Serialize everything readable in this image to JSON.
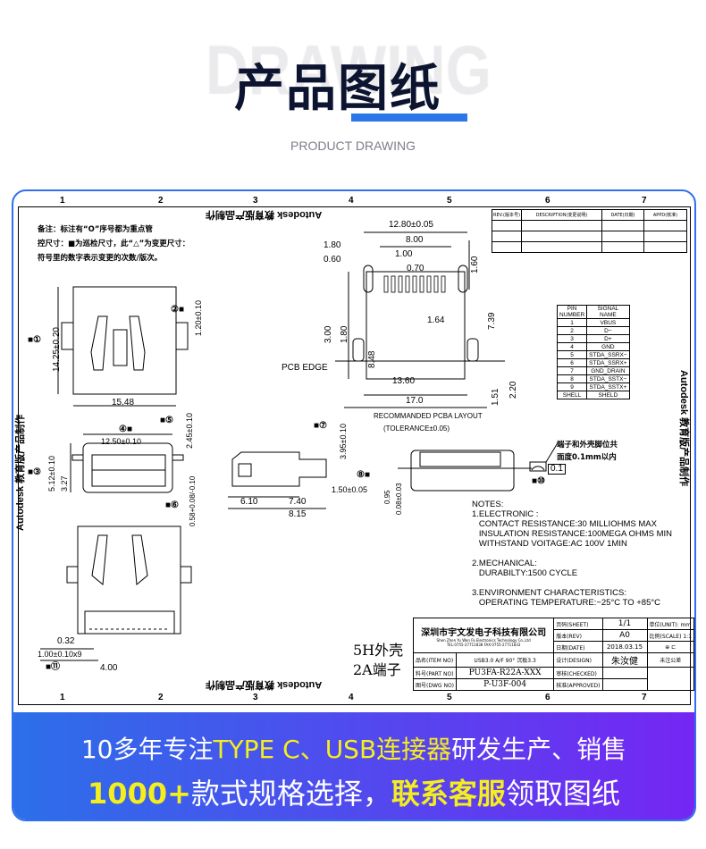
{
  "header": {
    "bg_word": "DRAWING",
    "title": "产品图纸",
    "subtitle": "PRODUCT DRAWING"
  },
  "drawing": {
    "watermark": "Autodesk 教育版产品制作",
    "columns": [
      "1",
      "2",
      "3",
      "4",
      "5",
      "6",
      "7"
    ],
    "remarks": [
      "备注：标注有“O”序号都为重点管",
      "控尺寸：■为巡检尺寸，此“△”为变更尺寸：",
      "符号里的数字表示变更的次数/版次。"
    ],
    "revision_headers": [
      "REV.(版本号)",
      "DESCRIPTION(变更说明)",
      "DATE(日期)",
      "APPD(核准)"
    ],
    "dims": [
      "12.80±0.05",
      "8.00",
      "1.80",
      "0.60",
      "1.00",
      "0.70",
      "1.60",
      "3.00",
      "1.80",
      "1.64",
      "7.39",
      "8.48",
      "PCB EDGE",
      "13.60",
      "17.0",
      "1.51",
      "2.20",
      "RECOMMANDED PCBA LAYOUT",
      "(TOLERANCE±0.05)",
      "■①",
      "14.25±0.20",
      "②■",
      "1.20±0.10",
      "15.48",
      "④■",
      "12.50±0.10",
      "■⑤",
      "2.45±0.10",
      "■③",
      "5.12±0.10",
      "3.27",
      "■⑥",
      "0.58+0.08/-0.10",
      "■⑦",
      "3.95±0.10",
      "⑧■",
      "1.50±0.05",
      "0.08±0.03",
      "0.95",
      "6.10",
      "7.40",
      "8.15",
      "0.32",
      "1.00±0.10x9",
      "■⑪",
      "4.00",
      "5H外壳",
      "2A端子",
      "端子和外壳脚位共",
      "面度0.1mm以内",
      "0.1",
      "■⑩"
    ],
    "pin_table": {
      "headers": [
        "PIN NUMBER",
        "SIGNAL NAME"
      ],
      "rows": [
        [
          "1",
          "VBUS"
        ],
        [
          "2",
          "D−"
        ],
        [
          "3",
          "D+"
        ],
        [
          "4",
          "GND"
        ],
        [
          "5",
          "STDA_SSRX−"
        ],
        [
          "6",
          "STDA_SSRX+"
        ],
        [
          "7",
          "GND_DRAIN"
        ],
        [
          "8",
          "STDA_SSTX−"
        ],
        [
          "9",
          "STDA_SSTX+"
        ],
        [
          "SHELL",
          "SHELD"
        ]
      ]
    },
    "notes": "NOTES:\n1.ELECTRONIC :\n   CONTACT RESISTANCE:30 MILLIOHMS MAX\n   INSULATION RESISTANCE:100MEGA OHMS MIN\n   WITHSTAND VOITAGE:AC 100V 1MIN\n\n2.MECHANICAL:\n   DURABILTY:1500 CYCLE\n\n3.ENVIRONMENT CHARACTERISTICS:\n   OPERATING TEMPERATURE:−25°C TO +85°C",
    "title_block": {
      "company": "深圳市宇文发电子科技有限公司",
      "company_en": "Shen Zhen Yu Wen Fa Electronics Technology Co.,Ltd",
      "tel": "TEL:0755-27711838  FAX:0755-27711833",
      "item_label": "品名(ITEM NO)",
      "item": "USB3.0 A/F 90° 沉板3.3",
      "part_label": "料号(PART NO)",
      "part": "PU3FA-R22A-XXX",
      "dwg_label": "图号(DWG NO)",
      "dwg": "P-U3F-004",
      "sheet_label": "页码(SHEET)",
      "sheet": "1/1",
      "unit": "单位(UNIT): mm",
      "rev_label": "版本(REV)",
      "rev": "A0",
      "scale": "比例(SCALE) 1:1",
      "date_label": "日期(DATE)",
      "date": "2018.03.15",
      "design_label": "设计(DESIGN)",
      "designer": "朱汝健",
      "tolerance": "未注公差",
      "check_label": "审核(CHECKED)",
      "approve_label": "核准(APPROVED)"
    }
  },
  "banner": {
    "line1": [
      "10多年专注",
      "TYPE C、USB连接器",
      "研发生产、销售"
    ],
    "line2": [
      "1000+",
      "款式规格选择，",
      "联系客服",
      "领取图纸"
    ]
  }
}
